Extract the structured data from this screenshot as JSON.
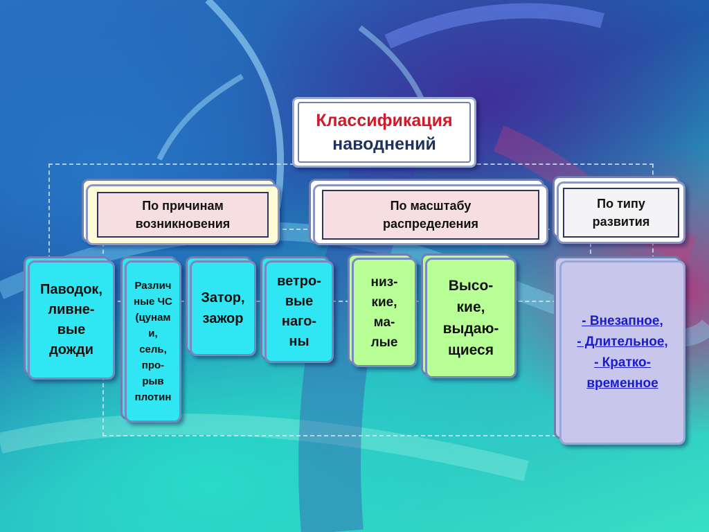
{
  "title": {
    "line1": "Классификация",
    "line2": "наводнений"
  },
  "categories": [
    {
      "lines": [
        "По причинам",
        "возникновения"
      ]
    },
    {
      "lines": [
        "По масштабу",
        "распределения"
      ]
    },
    {
      "lines": [
        "По типу",
        "развития"
      ]
    }
  ],
  "cause_items": [
    {
      "lines": [
        "Паводок,",
        "ливне-",
        "вые",
        "дожди"
      ]
    },
    {
      "lines": [
        "Различ",
        "ные ЧС",
        "(цунам",
        "и,",
        "сель,",
        "про-",
        "рыв",
        "плотин"
      ]
    },
    {
      "lines": [
        "Затор,",
        "зажор"
      ]
    },
    {
      "lines": [
        "ветро-",
        "вые",
        "наго-",
        "ны"
      ]
    }
  ],
  "scale_items": [
    {
      "lines": [
        "низ-",
        "кие,",
        "ма-",
        "лые"
      ]
    },
    {
      "lines": [
        "Высо-",
        "кие,",
        "выдаю-",
        "щиеся"
      ]
    }
  ],
  "type_items": [
    "- Внезапное,",
    "- Длительное,",
    "- Кратко-",
    "временное"
  ],
  "colors": {
    "title_red": "#d11a2a",
    "title_navy": "#1f3360",
    "cyan_card": "#2fe6f2",
    "green_card": "#b8ff96",
    "lavender_card": "#c8c6ea",
    "link_blue": "#1a1ad0"
  }
}
